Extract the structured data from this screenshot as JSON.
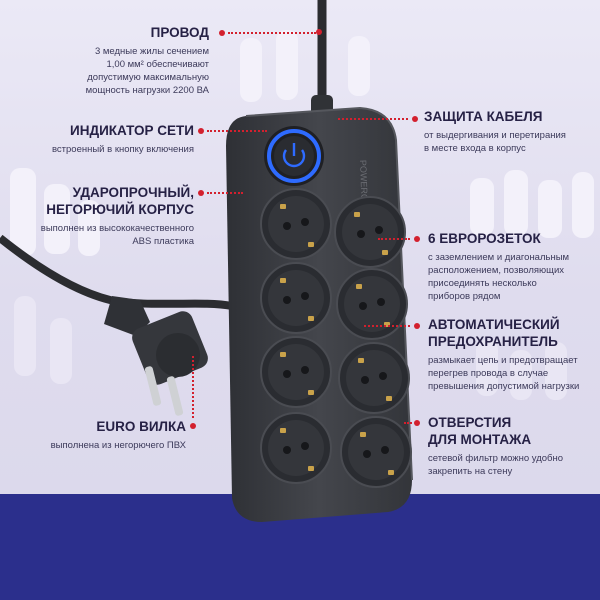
{
  "colors": {
    "accent_red": "#d3202e",
    "heading": "#262145",
    "body_bg": "#dfdcee",
    "footer_bg": "#2b2f8c",
    "device": "#3d3f45",
    "indicator_blue": "#2e6bff"
  },
  "product": {
    "brand_mark": "POWERCUBE"
  },
  "callouts": {
    "cable": {
      "title": "ПРОВОД",
      "desc": "3 медные жилы сечением\n1,00 мм² обеспечивают\nдопустимую максимальную\nмощность нагрузки 2200 ВА"
    },
    "indicator": {
      "title": "ИНДИКАТОР СЕТИ",
      "desc": "встроенный в кнопку включения"
    },
    "housing": {
      "title": "УДАРОПРОЧНЫЙ,\nНЕГОРЮЧИЙ КОРПУС",
      "desc": "выполнен из высококачественного\nABS пластика"
    },
    "plug": {
      "title": "EURO ВИЛКА",
      "desc": "выполнена из негорючего ПВХ"
    },
    "cable_protection": {
      "title": "ЗАЩИТА КАБЕЛЯ",
      "desc": "от выдергивания и перетирания\nв месте входа в корпус"
    },
    "sockets": {
      "title": "6 ЕВРОРОЗЕТОК",
      "desc": "с заземлением и диагональным\nрасположением, позволяющих\nприсоединять несколько\nприборов рядом"
    },
    "fuse": {
      "title": "АВТОМАТИЧЕСКИЙ\nПРЕДОХРАНИТЕЛЬ",
      "desc": "размыкает цепь и предотвращает\nперегрев провода в случае\nпревышения допустимой нагрузки"
    },
    "mounting": {
      "title": "ОТВЕРСТИЯ\nДЛЯ МОНТАЖА",
      "desc": "сетевой фильтр можно удобно\nзакрепить на стену"
    }
  }
}
